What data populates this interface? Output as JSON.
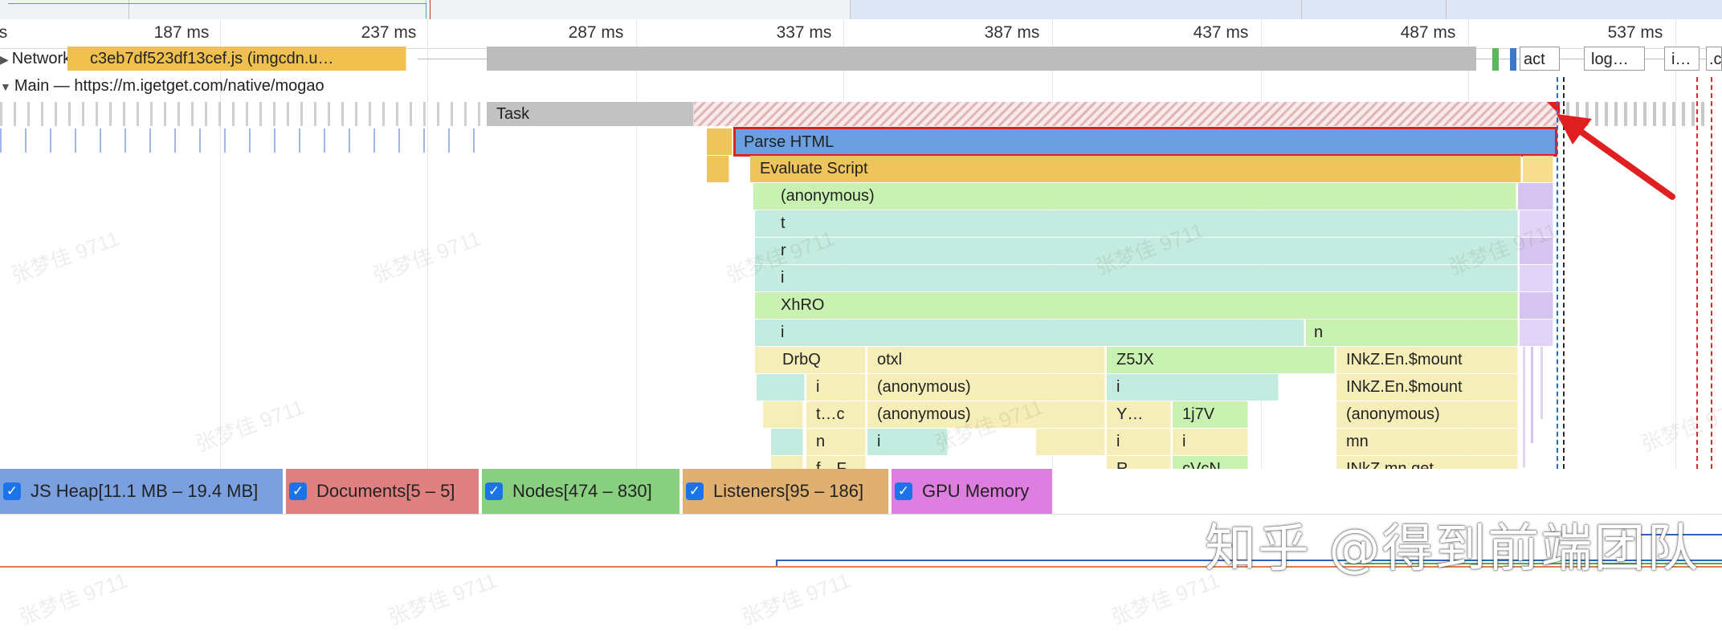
{
  "ruler": {
    "ticks": [
      "s",
      "187 ms",
      "237 ms",
      "287 ms",
      "337 ms",
      "387 ms",
      "437 ms",
      "487 ms",
      "537 ms"
    ]
  },
  "network": {
    "title": "Network",
    "request_label": "c3eb7df523df13cef.js (imgcdn.u…",
    "small_labels": [
      "act",
      "log…",
      "i…",
      ".c"
    ]
  },
  "main": {
    "title": "Main — https://m.igetget.com/native/mogao"
  },
  "flame": {
    "task": "Task",
    "parse_html": "Parse HTML",
    "evaluate_script": "Evaluate Script",
    "anonymous": "(anonymous)",
    "l4": "t",
    "l5": "r",
    "l6": "i",
    "l7": "XhRO",
    "l8a": "i",
    "l8b": "n",
    "l9": [
      "DrbQ",
      "otxl",
      "Z5JX",
      "INkZ.En.$mount"
    ],
    "l10": [
      "i",
      "(anonymous)",
      "i",
      "INkZ.En.$mount"
    ],
    "l11": [
      "t…c",
      "(anonymous)",
      "Y…",
      "1j7V",
      "(anonymous)"
    ],
    "l12": [
      "n",
      "i",
      "i",
      "i",
      "mn"
    ],
    "l13": [
      "f…F",
      "R",
      "cVcN",
      "INkZ.mn.get"
    ]
  },
  "legend": [
    {
      "label": "JS Heap[11.1 MB – 19.4 MB]",
      "color": "#7aa0e0"
    },
    {
      "label": "Documents[5 – 5]",
      "color": "#e08080"
    },
    {
      "label": "Nodes[474 – 830]",
      "color": "#88d080"
    },
    {
      "label": "Listeners[95 – 186]",
      "color": "#e0b070"
    },
    {
      "label": "GPU Memory",
      "color": "#de7ee0"
    }
  ],
  "watermark_text": "张梦佳 9711",
  "brand_text": "知乎 @得到前端团队",
  "colors": {
    "task": "#c2c2c2",
    "parse_html": "#6a9fe0",
    "script": "#f0c45c",
    "green": "#c9f2b2",
    "teal": "#c3ebdf",
    "yellow": "#f6eeb8",
    "purple": "#d6c4f0",
    "highlight": "#e02020"
  },
  "check_mark": "✓"
}
